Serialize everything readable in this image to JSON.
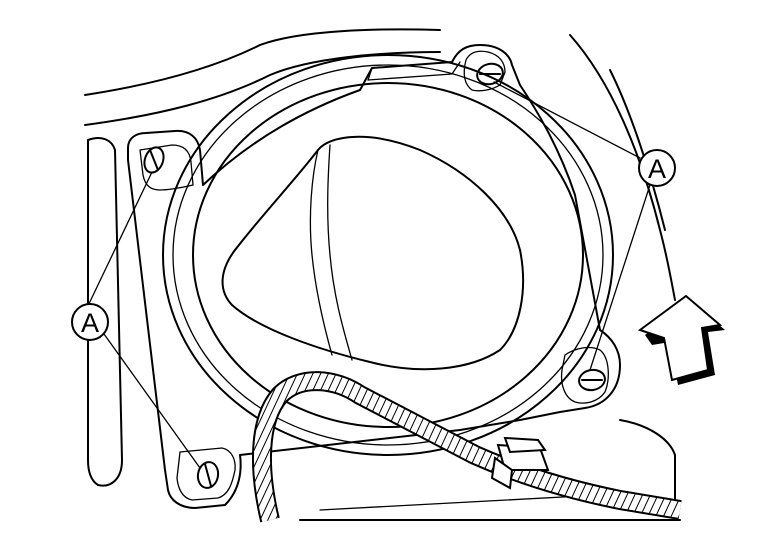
{
  "diagram": {
    "callouts": [
      {
        "id": "callout-upper-right",
        "label": "A"
      },
      {
        "id": "callout-left",
        "label": "A"
      }
    ],
    "arrow_direction": "up-right"
  }
}
